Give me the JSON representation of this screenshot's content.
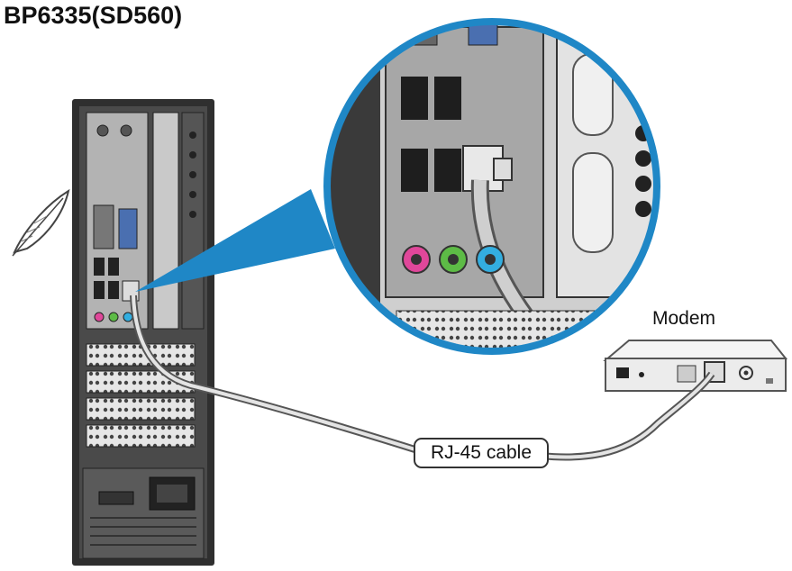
{
  "diagram": {
    "title": "BP6335(SD560)",
    "modem_label": "Modem",
    "cable_label": "RJ-45 cable"
  },
  "colors": {
    "callout_blue": "#1f87c6",
    "audio_pink": "#e0479a",
    "audio_green": "#5dbb46",
    "audio_blue": "#33aee0",
    "chassis_dark": "#3a3a3a",
    "panel_gray": "#a7a7a7"
  },
  "icons": [
    "feather-icon"
  ]
}
